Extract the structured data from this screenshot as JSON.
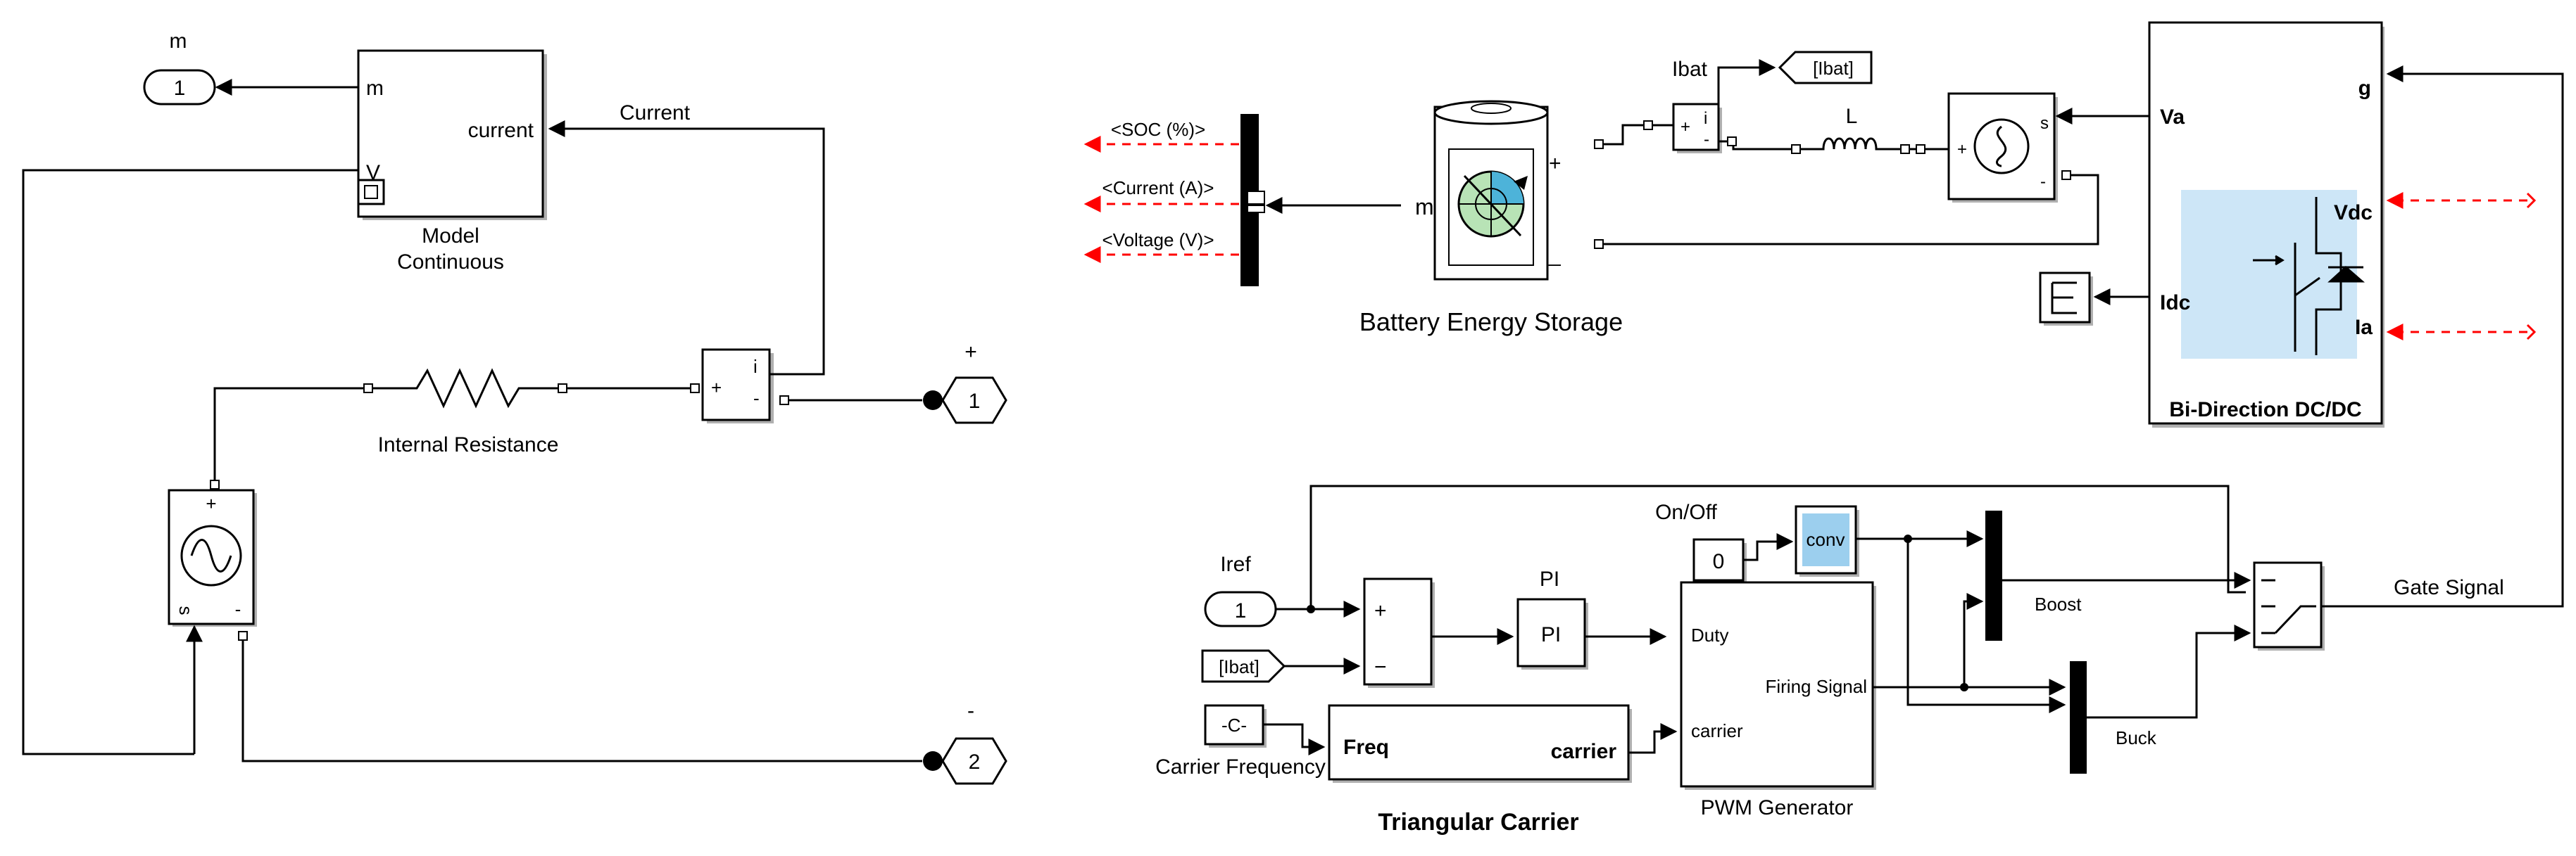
{
  "left_subsystem": {
    "outport_m_label": "m",
    "outport_m_number": "1",
    "model_port_m": "m",
    "model_port_current": "current",
    "model_port_v": "V",
    "model_name_line1": "Model",
    "model_name_line2": "Continuous",
    "current_signal_label": "Current",
    "resistor_label": "Internal Resistance",
    "sensor_plus": "+",
    "sensor_i": "i",
    "sensor_minus": "-",
    "conn_plus_sign": "+",
    "conn_plus_number": "1",
    "conn_minus_sign": "-",
    "conn_minus_number": "2",
    "source_plus": "+",
    "source_s": "s",
    "source_minus": "-"
  },
  "battery_section": {
    "bus_labels": [
      "<SOC (%)>",
      "<Current (A)>",
      "<Voltage (V)>"
    ],
    "battery_m": "m",
    "battery_plus": "+",
    "battery_minus": "_",
    "battery_label": "Battery Energy Storage",
    "ibat_label": "Ibat",
    "ibat_goto": "[Ibat]",
    "sensor_plus": "+",
    "sensor_i": "i",
    "sensor_minus": "-",
    "inductor_label": "L",
    "vsource_plus": "+",
    "vsource_s": "s",
    "vsource_minus": "-"
  },
  "converter": {
    "port_va": "Va",
    "port_g": "g",
    "port_vdc": "Vdc",
    "port_idc": "Idc",
    "port_ia": "Ia",
    "label": "Bi-Direction DC/DC",
    "accent_color": "#cde6f7"
  },
  "control": {
    "iref_label": "Iref",
    "iref_number": "1",
    "ibat_from": "[Ibat]",
    "sum_plus": "+",
    "sum_minus": "−",
    "pi_title": "PI",
    "pi_block": "PI",
    "onoff_label": "On/Off",
    "const_value": "0",
    "conv_label": "conv",
    "pwm_in_duty": "Duty",
    "pwm_in_carrier": "carrier",
    "pwm_out": "Firing Signal",
    "pwm_label": "PWM Generator",
    "const_c": "-C-",
    "carrier_freq_label": "Carrier Frequency",
    "tri_in": "Freq",
    "tri_out": "carrier",
    "tri_label": "Triangular Carrier",
    "boost_label": "Boost",
    "buck_label": "Buck",
    "gate_label": "Gate Signal"
  }
}
